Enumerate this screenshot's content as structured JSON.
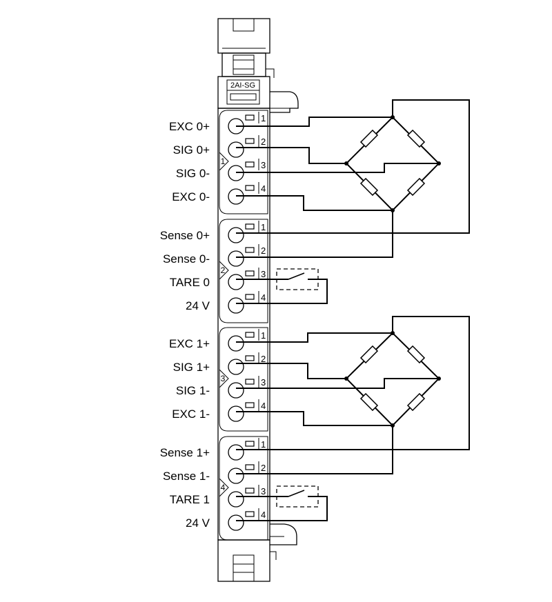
{
  "module": {
    "label": "2AI-SG"
  },
  "blocks": [
    {
      "number": "1",
      "terminals": [
        {
          "pin": "1",
          "label": "EXC 0+"
        },
        {
          "pin": "2",
          "label": "SIG 0+"
        },
        {
          "pin": "3",
          "label": "SIG 0-"
        },
        {
          "pin": "4",
          "label": "EXC 0-"
        }
      ]
    },
    {
      "number": "2",
      "terminals": [
        {
          "pin": "1",
          "label": "Sense 0+"
        },
        {
          "pin": "2",
          "label": "Sense 0-"
        },
        {
          "pin": "3",
          "label": "TARE 0"
        },
        {
          "pin": "4",
          "label": "24 V"
        }
      ]
    },
    {
      "number": "3",
      "terminals": [
        {
          "pin": "1",
          "label": "EXC 1+"
        },
        {
          "pin": "2",
          "label": "SIG 1+"
        },
        {
          "pin": "3",
          "label": "SIG 1-"
        },
        {
          "pin": "4",
          "label": "EXC 1-"
        }
      ]
    },
    {
      "number": "4",
      "terminals": [
        {
          "pin": "1",
          "label": "Sense 1+"
        },
        {
          "pin": "2",
          "label": "Sense 1-"
        },
        {
          "pin": "3",
          "label": "TARE 1"
        },
        {
          "pin": "4",
          "label": "24 V"
        }
      ]
    }
  ]
}
